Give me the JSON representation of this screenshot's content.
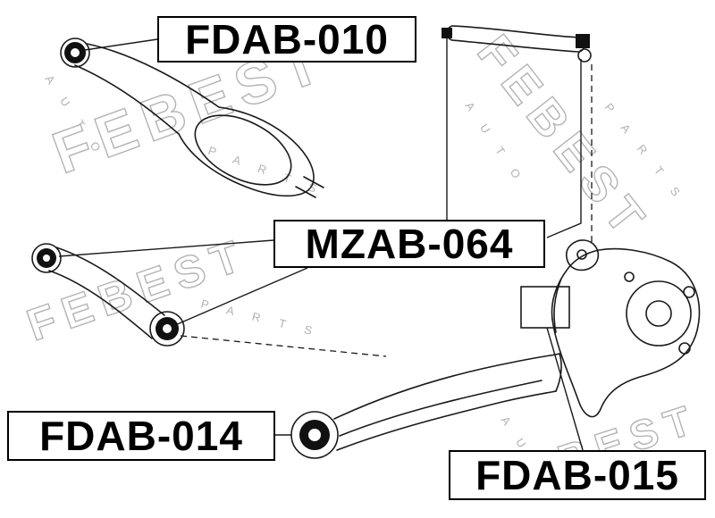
{
  "watermark": {
    "brand": "FEBEST",
    "auto": "A U T O",
    "parts": "P A R T S"
  },
  "labels": {
    "fdab010": "FDAB-010",
    "mzab064": "MZAB-064",
    "fdab014": "FDAB-014",
    "fdab015": "FDAB-015"
  },
  "colors": {
    "line": "#1a1a1a",
    "watermark": "#b3b3b3",
    "background": "#ffffff"
  }
}
